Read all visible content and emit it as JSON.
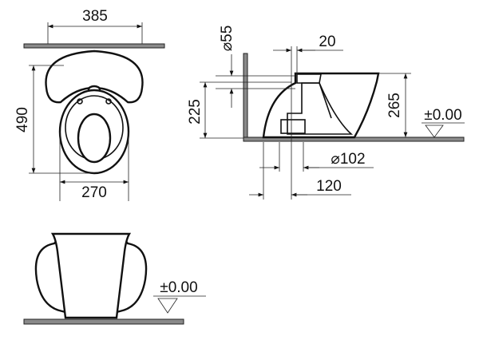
{
  "top_view": {
    "width_label": "385",
    "depth_label": "490",
    "bowl_width_label": "270"
  },
  "side_view": {
    "inlet_diameter_label": "⌀55",
    "inlet_offset_label": "20",
    "inlet_height_label": "225",
    "total_height_label": "265",
    "floor_level_label": "±0.00",
    "outlet_diameter_label": "⌀102",
    "outlet_distance_label": "120"
  },
  "front_view": {
    "floor_level_label": "±0.00"
  }
}
